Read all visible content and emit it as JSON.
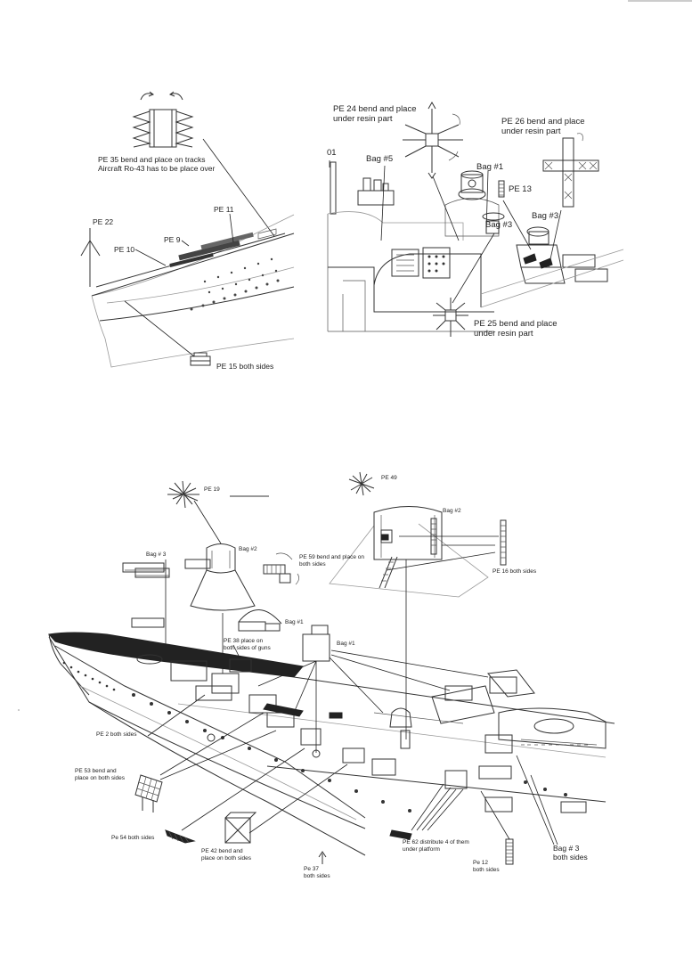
{
  "diagram_a": {
    "pe35": [
      "PE 35 bend and place on tracks",
      "Aircraft Ro-43 has to be place over"
    ],
    "pe22": "PE 22",
    "pe11": "PE 11",
    "pe9": "PE 9",
    "pe10": "PE 10",
    "pe15": "PE 15 both sides"
  },
  "diagram_b": {
    "pe24": [
      "PE 24 bend and place",
      "under resin part"
    ],
    "pe26": [
      "PE 26 bend and place",
      "under resin part"
    ],
    "bag5": "Bag #5",
    "bag1": "Bag #1",
    "pe13": "PE 13",
    "bag3a": "Bag #3",
    "bag3b": "Bag #3",
    "pe25": [
      "PE 25 bend and place",
      "under resin part"
    ],
    "mark01": "01"
  },
  "diagram_c": {
    "pe19": "PE 19",
    "pe49": "PE 49",
    "bag2a": "Bag #2",
    "bag2b": "Bag #2",
    "bag3": "Bag # 3",
    "pe59": [
      "PE 59 bend and place on",
      "both sides"
    ],
    "pe16": "PE 16 both sides",
    "bag1a": "Bag #1",
    "bag1b": "Bag #1",
    "pe38": [
      "PE 38 place on",
      "both sides of guns"
    ],
    "pe2": "PE 2 both sides",
    "pe53": [
      "PE 53 bend and",
      "place on both sides"
    ],
    "pe54": "Pe 54 both sides",
    "pe42": [
      "PE 42 bend and",
      "place on both sides"
    ],
    "pe37": [
      "Pe 37",
      "both sides"
    ],
    "pe62": [
      "PE 62 distribute 4 of them",
      "under platform"
    ],
    "pe12": [
      "Pe 12",
      "both sides"
    ],
    "bag3both": [
      "Bag # 3",
      "both sides"
    ]
  }
}
